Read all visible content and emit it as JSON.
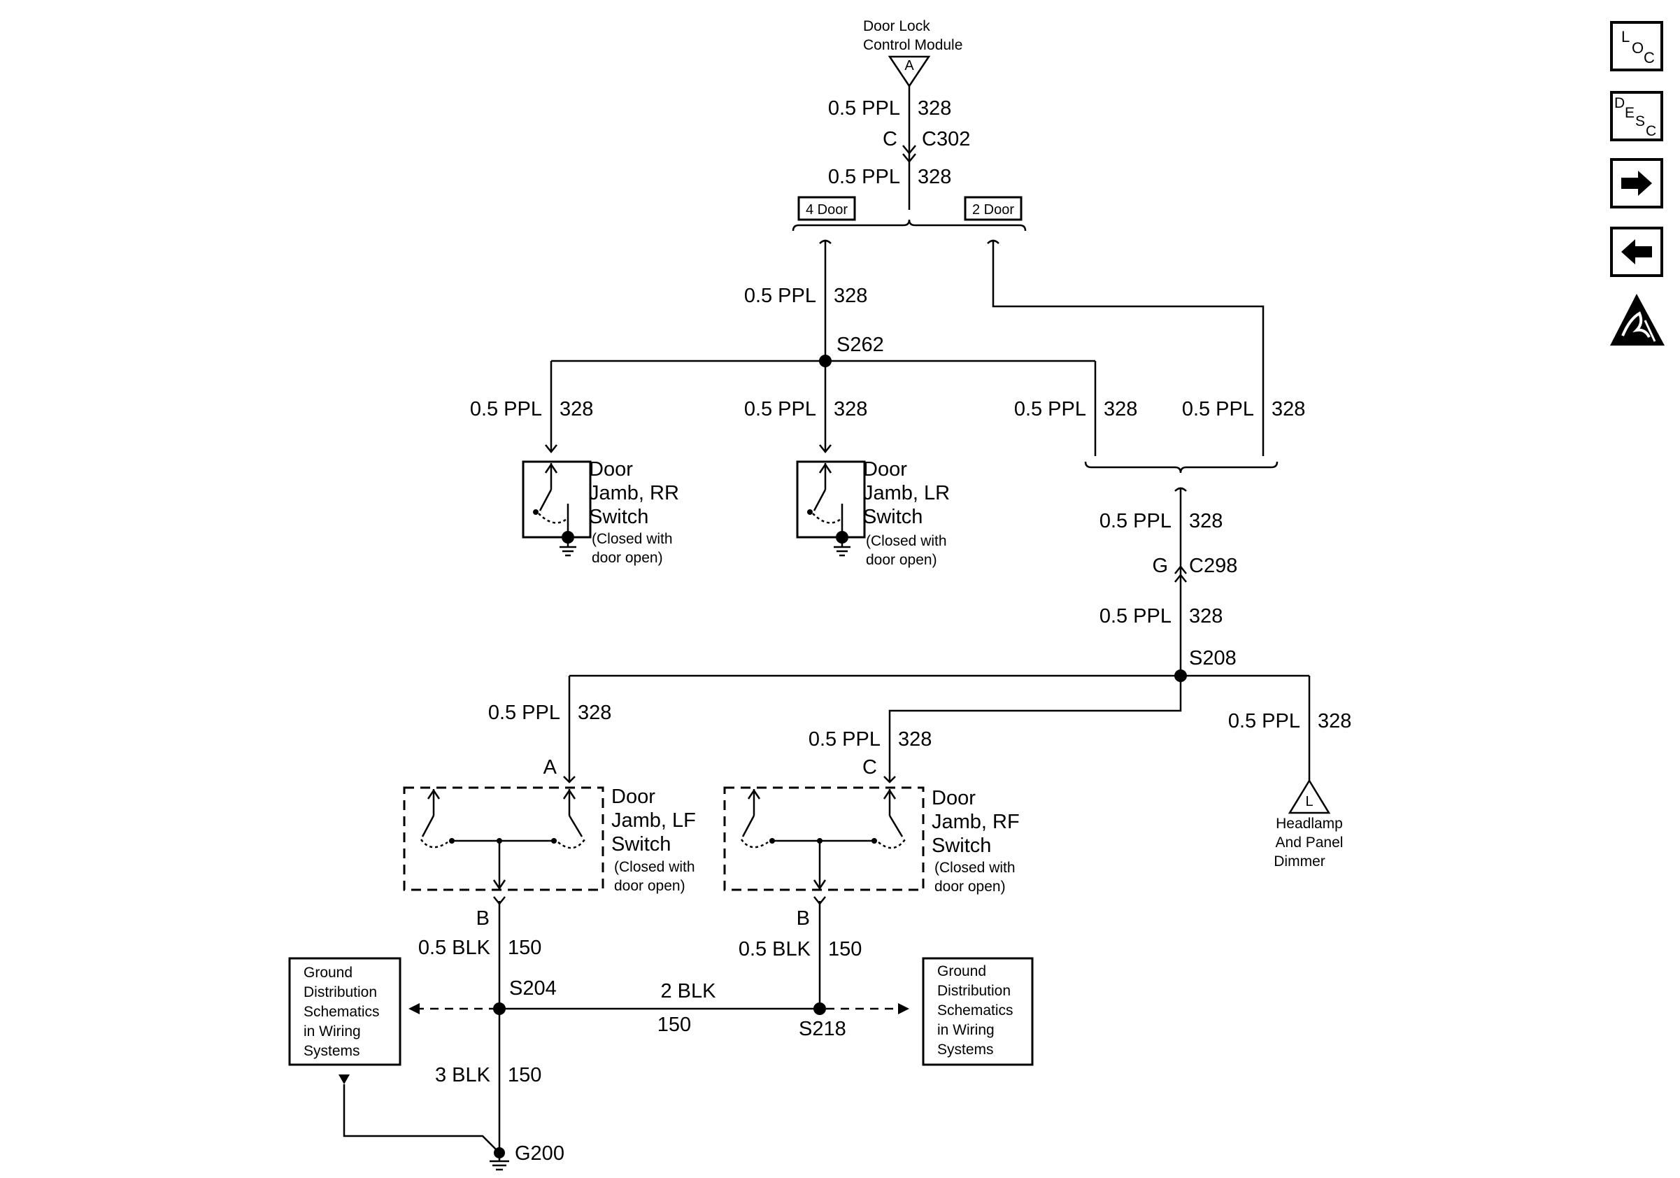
{
  "module": {
    "line1": "Door Lock",
    "line2": "Control Module",
    "pin": "A"
  },
  "c302": {
    "wire_top": "0.5 PPL",
    "circuit_top": "328",
    "pin": "C",
    "name": "C302",
    "wire_bottom": "0.5 PPL",
    "circuit_bottom": "328"
  },
  "options": {
    "four_door": "4 Door",
    "two_door": "2 Door"
  },
  "wire_328": {
    "size": "0.5 PPL",
    "circuit": "328"
  },
  "splices": {
    "s262": "S262",
    "s208": "S208",
    "s204": "S204",
    "s218": "S218"
  },
  "c298": {
    "pin": "G",
    "name": "C298"
  },
  "switches": {
    "rr": {
      "line1": "Door",
      "line2": "Jamb, RR",
      "line3": "Switch",
      "note1": "(Closed with",
      "note2": "door open)"
    },
    "lr": {
      "line1": "Door",
      "line2": "Jamb, LR",
      "line3": "Switch",
      "note1": "(Closed with",
      "note2": "door open)"
    },
    "lf": {
      "line1": "Door",
      "line2": "Jamb, LF",
      "line3": "Switch",
      "note1": "(Closed with",
      "note2": "door open)",
      "pin_in": "A",
      "pin_out": "B"
    },
    "rf": {
      "line1": "Door",
      "line2": "Jamb, RF",
      "line3": "Switch",
      "note1": "(Closed with",
      "note2": "door open)",
      "pin_in": "C",
      "pin_out": "B"
    }
  },
  "dimmer": {
    "pin": "L",
    "line1": "Headlamp",
    "line2": "And Panel",
    "line3": "Dimmer"
  },
  "ground_wires": {
    "lf_out": {
      "size": "0.5 BLK",
      "circuit": "150"
    },
    "rf_out": {
      "size": "0.5 BLK",
      "circuit": "150"
    },
    "bridge": {
      "size": "2 BLK",
      "circuit": "150"
    },
    "to_ground": {
      "size": "3 BLK",
      "circuit": "150"
    }
  },
  "ground_ref": {
    "line1": "Ground",
    "line2": "Distribution",
    "line3": "Schematics",
    "line4": "in Wiring",
    "line5": "Systems"
  },
  "ground_point": "G200",
  "nav": {
    "loc": {
      "l": "L",
      "o": "O",
      "c": "C"
    },
    "desc": {
      "d": "D",
      "e": "E",
      "s": "S",
      "c": "C"
    },
    "next_icon": "arrow-right-icon",
    "prev_icon": "arrow-left-icon",
    "esd_icon": "esd-warning-icon"
  }
}
